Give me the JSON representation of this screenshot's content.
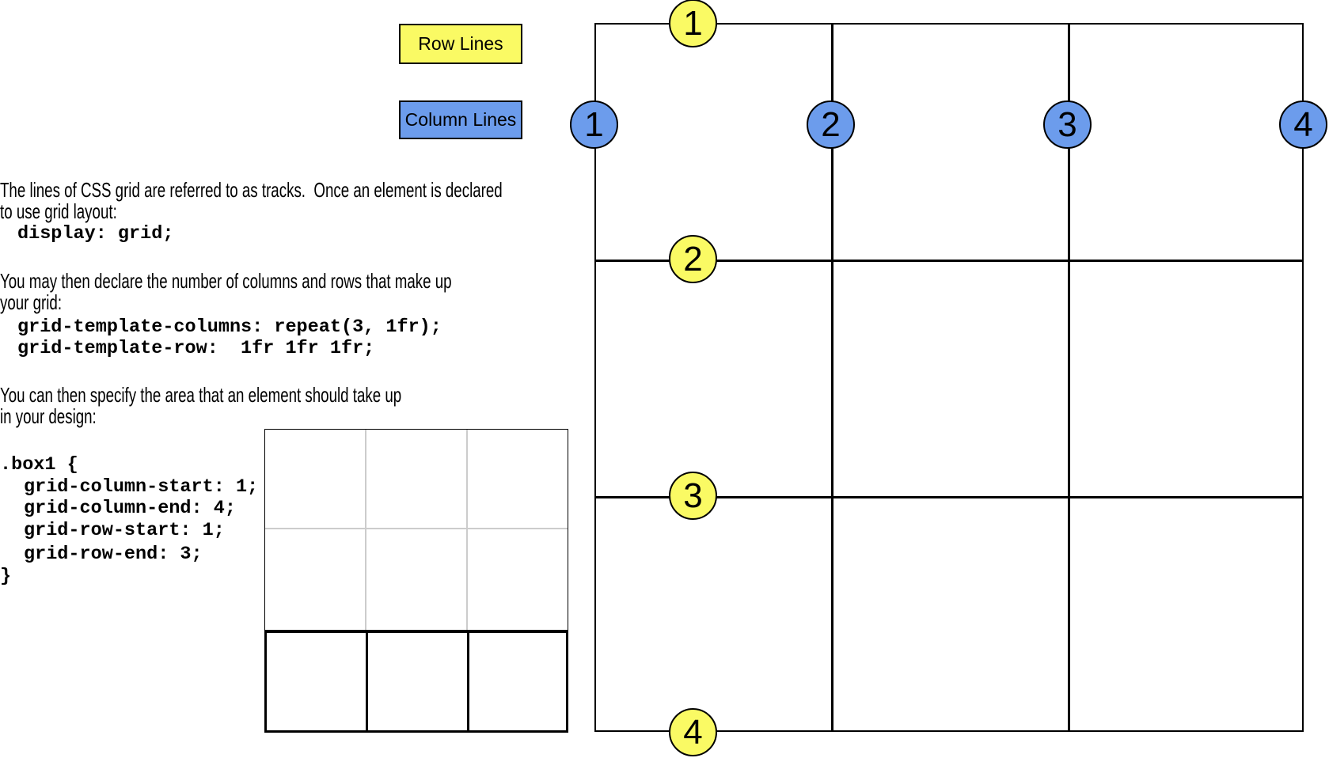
{
  "legend": {
    "row_lines_label": "Row Lines",
    "column_lines_label": "Column Lines"
  },
  "colors": {
    "row_line": "#FAFA64",
    "column_line": "#6C9CEC",
    "grid_line": "#000000",
    "box1_inner_line": "#CCCCCC",
    "background": "#FFFFFF"
  },
  "text_lines": [
    "The lines of CSS grid are referred to as tracks.  Once an element is declared",
    "to use grid layout:",
    "display: grid;",
    "You may then declare the number of columns and rows that make up",
    "your grid:",
    "grid-template-columns: repeat(3, 1fr);",
    "grid-template-row:  1fr 1fr 1fr;",
    "You can then specify the area that an element should take up",
    "in your design:",
    ".box1 {",
    "grid-column-start: 1;",
    "grid-column-end: 4;",
    "grid-row-start: 1;",
    "grid-row-end: 3;",
    "}"
  ],
  "small_grid": {
    "columns": 3,
    "rows": 3
  },
  "large_grid": {
    "columns": 3,
    "rows": 3,
    "row_line_labels": [
      "1",
      "2",
      "3",
      "4"
    ],
    "column_line_labels": [
      "1",
      "2",
      "3",
      "4"
    ]
  }
}
